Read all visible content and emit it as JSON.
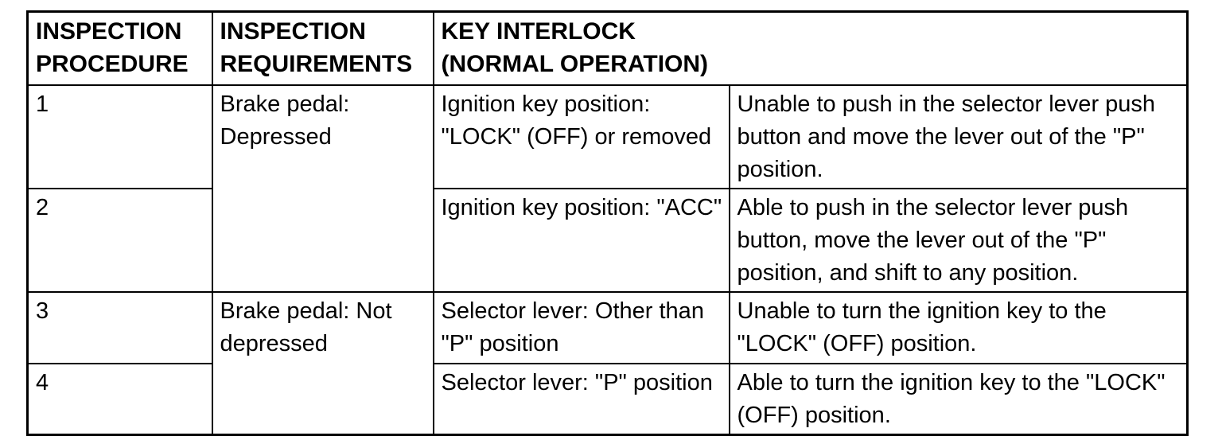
{
  "page": {
    "background_color": "#ffffff",
    "border_color": "#000000",
    "text_color": "#000000"
  },
  "table": {
    "columns": [
      {
        "header": "INSPECTION\nPROCEDURE"
      },
      {
        "header": "INSPECTION\nREQUIREMENTS"
      },
      {
        "header": "KEY INTERLOCK\n(NORMAL OPERATION)"
      }
    ],
    "rows": [
      {
        "procedure": "1",
        "requirement": "Brake pedal: Depressed",
        "key_condition": "Ignition key position: \"LOCK\" (OFF) or removed",
        "result": "Unable to push in the selector lever push button and move the lever out of the \"P\" position."
      },
      {
        "procedure": "2",
        "key_condition": "Ignition key position: \"ACC\"",
        "result": "Able to push in the selector lever push button, move the lever out of the \"P\" position, and shift to any position."
      },
      {
        "procedure": "3",
        "requirement": "Brake pedal: Not depressed",
        "key_condition": "Selector lever: Other than \"P\" position",
        "result": "Unable to turn the ignition key to the \"LOCK\" (OFF) position."
      },
      {
        "procedure": "4",
        "key_condition": "Selector lever: \"P\" position",
        "result": "Able to turn the ignition key to the \"LOCK\" (OFF) position."
      }
    ]
  }
}
